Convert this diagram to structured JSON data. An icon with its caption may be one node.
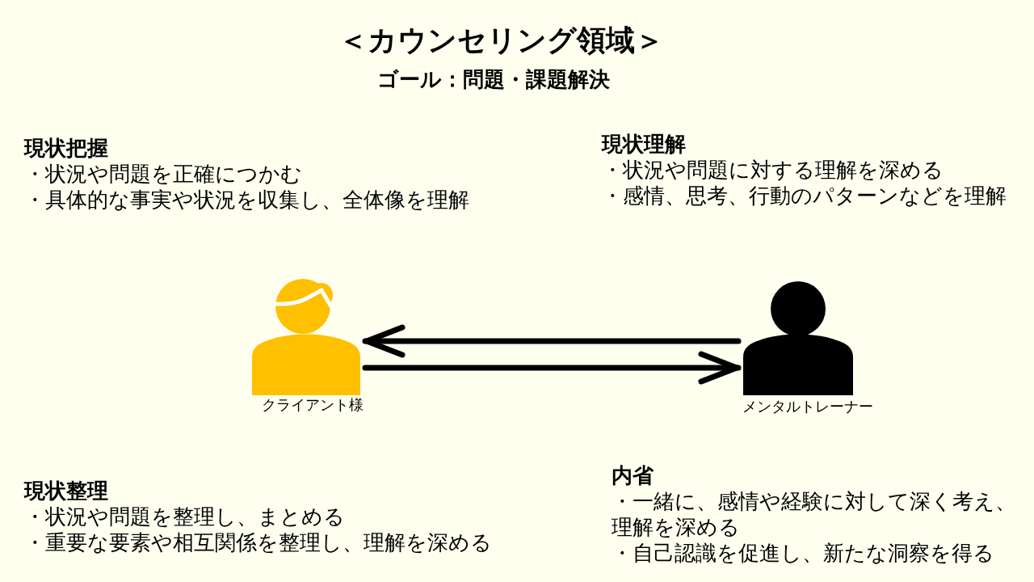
{
  "diagram": {
    "title": "＜カウンセリング領域＞",
    "nodes": [
      {
        "text": [],
        "shape": "person",
        "beside": [
          "クライアント様"
        ]
      },
      {
        "text": [],
        "shape": "person",
        "beside": [
          "メンタルトレーナー"
        ]
      }
    ],
    "edges": [
      {
        "from": 1,
        "to": 0,
        "arrow": "to"
      },
      {
        "from": 0,
        "to": 1,
        "arrow": "to"
      }
    ],
    "labels": [
      "ゴール：問題・課題解決",
      "現状把握",
      "・状況や問題を正確につかむ",
      "・具体的な事実や状況を収集し、全体像を理解",
      "現状理解",
      "・状況や問題に対する理解を深める",
      "・感情、思考、行動のパターンなどを理解",
      "現状整理",
      "・状況や問題を整理し、まとめる",
      "・重要な要素や相互関係を整理し、理解を深める",
      "内省",
      "・一緒に、感情や経験に対して深く考え、理解を深める",
      "・自己認識を促進し、新たな洞察を得る"
    ]
  }
}
